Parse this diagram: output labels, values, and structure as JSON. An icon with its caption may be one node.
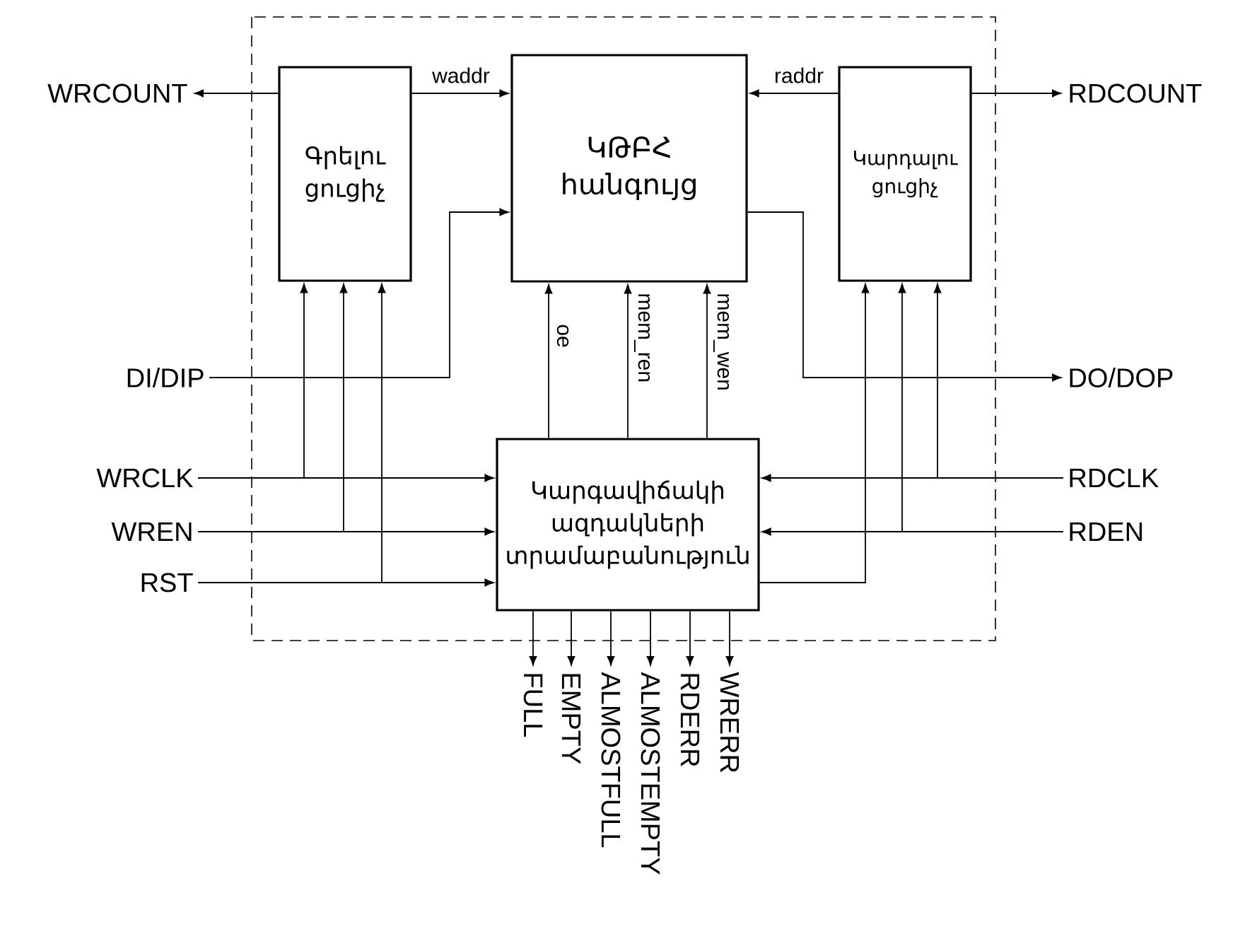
{
  "diagram": {
    "nodes": [
      {
        "text": [
          "Գրելու ցուցիչ"
        ]
      },
      {
        "text": [
          "ԿԹԲՀ հանգույց"
        ]
      },
      {
        "text": [
          "Կարդալու ցուցիչ"
        ]
      },
      {
        "text": [
          "Կարգավիճակի ազդակների տրամաբանություն"
        ]
      },
      {
        "text": [
          "WRCOUNT"
        ]
      },
      {
        "text": [
          "RDCOUNT"
        ]
      },
      {
        "text": [
          "DI/DIP"
        ]
      },
      {
        "text": [
          "DO/DOP"
        ]
      },
      {
        "text": [
          "WRCLK"
        ]
      },
      {
        "text": [
          "WREN"
        ]
      },
      {
        "text": [
          "RST"
        ]
      },
      {
        "text": [
          "RDCLK"
        ]
      },
      {
        "text": [
          "RDEN"
        ]
      },
      {
        "text": [
          "FULL"
        ]
      },
      {
        "text": [
          "EMPTY"
        ]
      },
      {
        "text": [
          "ALMOSTFULL"
        ]
      },
      {
        "text": [
          "ALMOSTEMPTY"
        ]
      },
      {
        "text": [
          "RDERR"
        ]
      },
      {
        "text": [
          "WRERR"
        ]
      }
    ],
    "edges": [
      {
        "from": 0,
        "to": 4,
        "arrow": "to"
      },
      {
        "from": 0,
        "to": 1,
        "arrow": "to",
        "label": "waddr"
      },
      {
        "from": 2,
        "to": 1,
        "arrow": "to",
        "label": "raddr"
      },
      {
        "from": 2,
        "to": 5,
        "arrow": "to"
      },
      {
        "from": 6,
        "to": 1,
        "arrow": "to"
      },
      {
        "from": 1,
        "to": 7,
        "arrow": "to"
      },
      {
        "from": 3,
        "to": 1,
        "arrow": "to",
        "label": "oe"
      },
      {
        "from": 3,
        "to": 1,
        "arrow": "to",
        "label": "mem_ren"
      },
      {
        "from": 3,
        "to": 1,
        "arrow": "to",
        "label": "mem_wen"
      },
      {
        "from": 8,
        "to": 0,
        "arrow": "to"
      },
      {
        "from": 8,
        "to": 3,
        "arrow": "to"
      },
      {
        "from": 9,
        "to": 0,
        "arrow": "to"
      },
      {
        "from": 9,
        "to": 3,
        "arrow": "to"
      },
      {
        "from": 10,
        "to": 0,
        "arrow": "to"
      },
      {
        "from": 10,
        "to": 3,
        "arrow": "to"
      },
      {
        "from": 11,
        "to": 2,
        "arrow": "to"
      },
      {
        "from": 11,
        "to": 3,
        "arrow": "to"
      },
      {
        "from": 12,
        "to": 2,
        "arrow": "to"
      },
      {
        "from": 12,
        "to": 3,
        "arrow": "to"
      },
      {
        "from": 3,
        "to": 2,
        "arrow": "to"
      },
      {
        "from": 3,
        "to": 13,
        "arrow": "to"
      },
      {
        "from": 3,
        "to": 14,
        "arrow": "to"
      },
      {
        "from": 3,
        "to": 15,
        "arrow": "to"
      },
      {
        "from": 3,
        "to": 16,
        "arrow": "to"
      },
      {
        "from": 3,
        "to": 17,
        "arrow": "to"
      },
      {
        "from": 3,
        "to": 18,
        "arrow": "to"
      }
    ]
  }
}
